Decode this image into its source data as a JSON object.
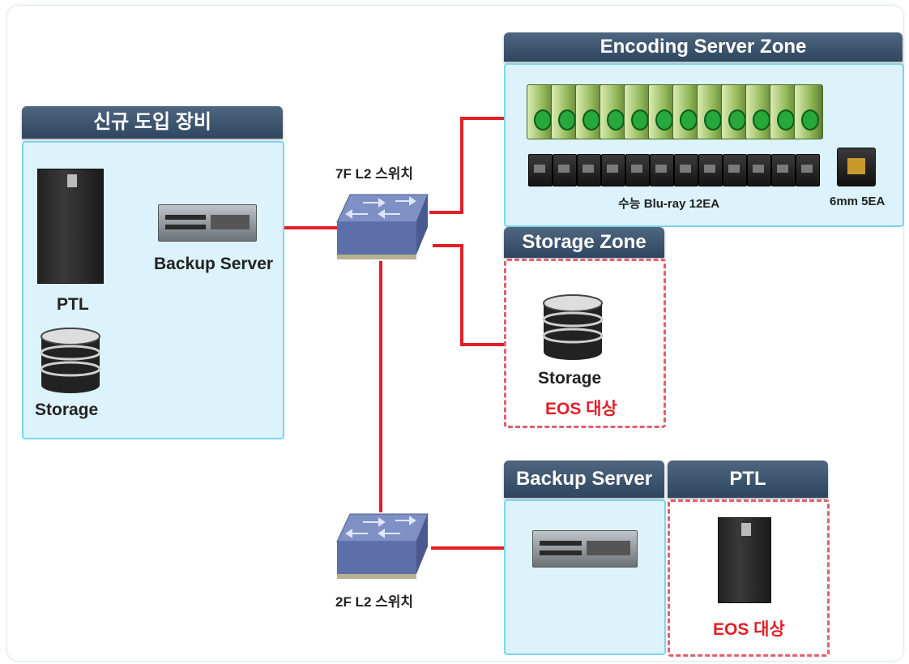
{
  "headers": {
    "new_equipment": "신규 도입 장비",
    "encoding_zone": "Encoding Server Zone",
    "storage_zone": "Storage Zone",
    "backup_server": "Backup Server",
    "ptl": "PTL"
  },
  "left_zone": {
    "ptl_label": "PTL",
    "backup_server_label": "Backup Server",
    "storage_label": "Storage"
  },
  "switches": {
    "floor7": "7F L2 스위치",
    "floor2": "2F L2 스위치"
  },
  "encoding": {
    "bluray_label": "수능 Blu-ray 12EA",
    "tape_label": "6mm 5EA",
    "encoder_count": 12
  },
  "storage_zone": {
    "storage_label": "Storage",
    "eos_label": "EOS 대상"
  },
  "ptl_zone": {
    "eos_label": "EOS 대상"
  },
  "colors": {
    "link": "#e21e26",
    "header": "#3a5370",
    "zone_fill": "#dcf3fb",
    "zone_border": "#7fd4ee",
    "eos_dash": "#e06070"
  }
}
